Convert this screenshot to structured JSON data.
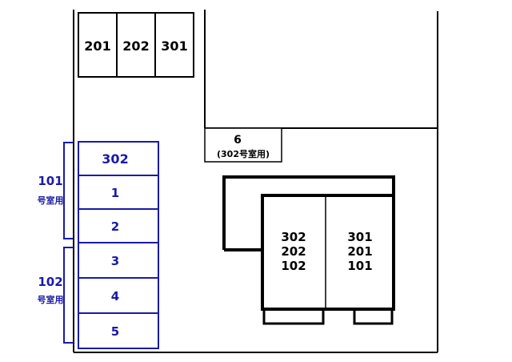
{
  "top_spaces": [
    "201",
    "202",
    "301"
  ],
  "space6": {
    "number": "6",
    "note": "(302号室用)"
  },
  "blue_spaces": [
    "302",
    "1",
    "2",
    "3",
    "4",
    "5"
  ],
  "group101": {
    "room": "101",
    "suffix": "号室用"
  },
  "group102": {
    "room": "102",
    "suffix": "号室用"
  },
  "building": {
    "left_col": [
      "302",
      "202",
      "102"
    ],
    "right_col": [
      "301",
      "201",
      "101"
    ]
  },
  "colors": {
    "line": "#000000",
    "blue": "#1a1aa8"
  }
}
